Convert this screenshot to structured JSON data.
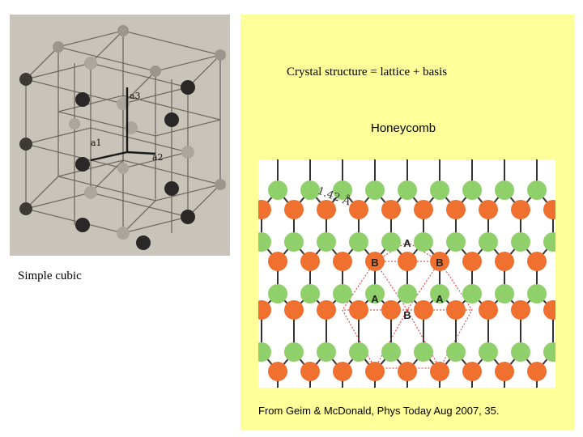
{
  "slide": {
    "title": "Crystal structure = lattice + basis",
    "honeycomb_label": "Honeycomb",
    "cubic_label": "Simple cubic",
    "credit": "From Geim & McDonald, Phys Today Aug 2007, 35."
  },
  "cubic_figure": {
    "vector_labels": [
      "a3",
      "a1",
      "a2"
    ]
  },
  "honeycomb_figure": {
    "bond_length_label": "1.42 Å",
    "sublattice_labels": [
      "A",
      "B",
      "B",
      "A",
      "A",
      "B"
    ],
    "colors": {
      "orange": "#f07030",
      "green": "#8fd06a",
      "bond": "#333333",
      "cell": "#e03030"
    }
  }
}
